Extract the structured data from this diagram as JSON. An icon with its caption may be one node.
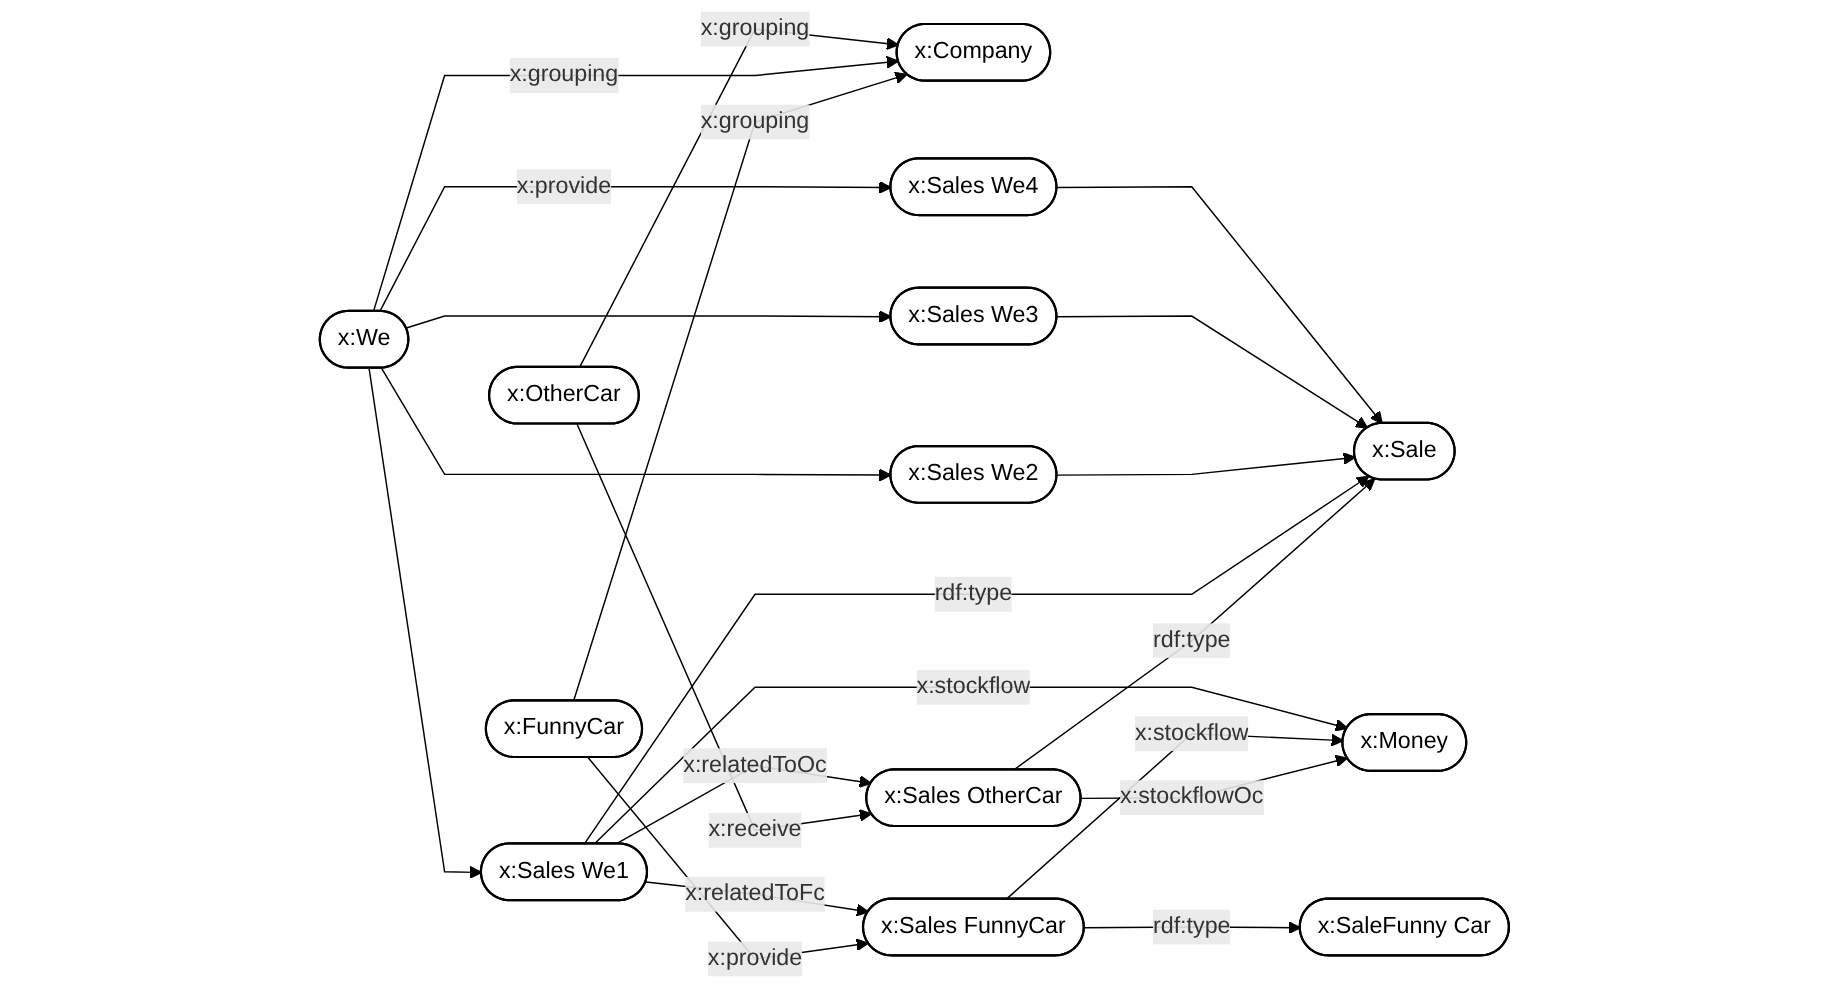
{
  "diagram": {
    "nodes": [
      {
        "text": [
          "x:Company"
        ]
      },
      {
        "text": [
          "x:Money"
        ]
      },
      {
        "text": [
          "x:Sales We4"
        ]
      },
      {
        "text": [
          "x:Sales FunnyCar"
        ]
      },
      {
        "text": [
          "x:FunnyCar"
        ]
      },
      {
        "text": [
          "x:Sales We3"
        ]
      },
      {
        "text": [
          "x:We"
        ]
      },
      {
        "text": [
          "x:Sales We2"
        ]
      },
      {
        "text": [
          "x:SaleFunny Car"
        ]
      },
      {
        "text": [
          "x:Sales We1"
        ]
      },
      {
        "text": [
          "x:Sales OtherCar"
        ]
      },
      {
        "text": [
          "x:OtherCar"
        ]
      },
      {
        "text": [
          "x:Sale"
        ]
      }
    ],
    "edges": [
      {
        "from": 11,
        "to": 0,
        "arrow": "to",
        "label": "x:grouping"
      },
      {
        "from": 6,
        "to": 0,
        "arrow": "to",
        "label": "x:grouping"
      },
      {
        "from": 4,
        "to": 0,
        "arrow": "to",
        "label": "x:grouping"
      },
      {
        "from": 9,
        "to": 1,
        "arrow": "to",
        "label": "x:stockflow"
      },
      {
        "from": 3,
        "to": 1,
        "arrow": "to",
        "label": "x:stockflow"
      },
      {
        "from": 6,
        "to": 2,
        "arrow": "to",
        "label": "x:provide"
      },
      {
        "from": 6,
        "to": 5,
        "arrow": "to"
      },
      {
        "from": 6,
        "to": 7,
        "arrow": "to"
      },
      {
        "from": 6,
        "to": 9,
        "arrow": "to"
      },
      {
        "from": 9,
        "to": 3,
        "arrow": "to",
        "label": "x:relatedToFc"
      },
      {
        "from": 4,
        "to": 3,
        "arrow": "to",
        "label": "x:provide"
      },
      {
        "from": 10,
        "to": 1,
        "arrow": "to",
        "label": "x:stockflowOc"
      },
      {
        "from": 3,
        "to": 8,
        "arrow": "to",
        "label": "rdf:type"
      },
      {
        "from": 9,
        "to": 10,
        "arrow": "to",
        "label": "x:relatedToOc"
      },
      {
        "from": 11,
        "to": 10,
        "arrow": "to",
        "label": "x:receive"
      },
      {
        "from": 2,
        "to": 12,
        "arrow": "to"
      },
      {
        "from": 5,
        "to": 12,
        "arrow": "to"
      },
      {
        "from": 7,
        "to": 12,
        "arrow": "to"
      },
      {
        "from": 9,
        "to": 12,
        "arrow": "to",
        "label": "rdf:type"
      },
      {
        "from": 10,
        "to": 12,
        "arrow": "to",
        "label": "rdf:type"
      }
    ]
  }
}
